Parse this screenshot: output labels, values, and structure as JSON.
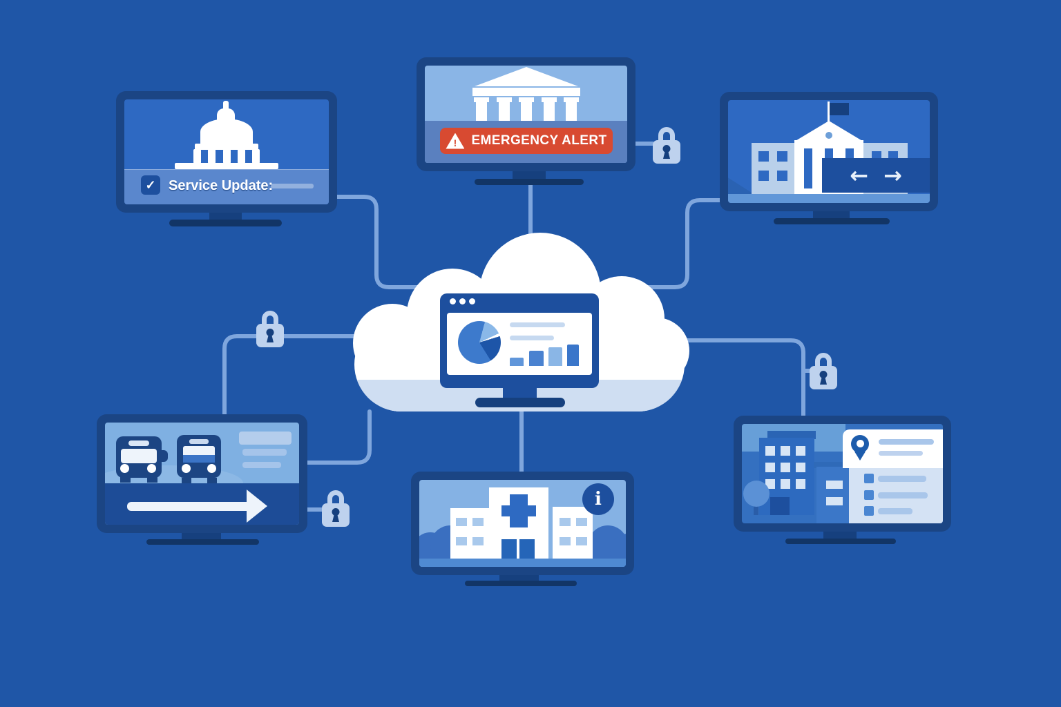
{
  "colors": {
    "background": "#1f56a7",
    "wire": "#7fa6dd",
    "bezel_navy": "#1b4584",
    "dark_navy": "#16407e",
    "hub_frame_blue": "#1d4f9e",
    "screen_blue": "#2e69c2",
    "screen_sky": "#8ab5e6",
    "alert_red": "#d84a31",
    "lock_body": "#bed2ee",
    "cloud_white": "#ffffff",
    "cloud_shade": "#cfdef2"
  },
  "network": {
    "monitor_count": 6,
    "lock_count": 4,
    "hub": "cloud-dashboard"
  },
  "hub_dashboard": {
    "window_dots": 3,
    "pie_chart": true,
    "bar_count": 4,
    "text_line_count": 2
  },
  "screens": {
    "capitol": {
      "checkbox_glyph": "✓",
      "label": "Service Update:"
    },
    "emergency": {
      "warning_glyph": "!",
      "label": "EMERGENCY ALERT"
    },
    "landmark": {
      "arrow_left_glyph": "←",
      "arrow_right_glyph": "→"
    },
    "transit": {
      "placeholder_lines": 3
    },
    "hospital": {
      "info_glyph": "i"
    },
    "city": {
      "list_rows": 3
    }
  }
}
